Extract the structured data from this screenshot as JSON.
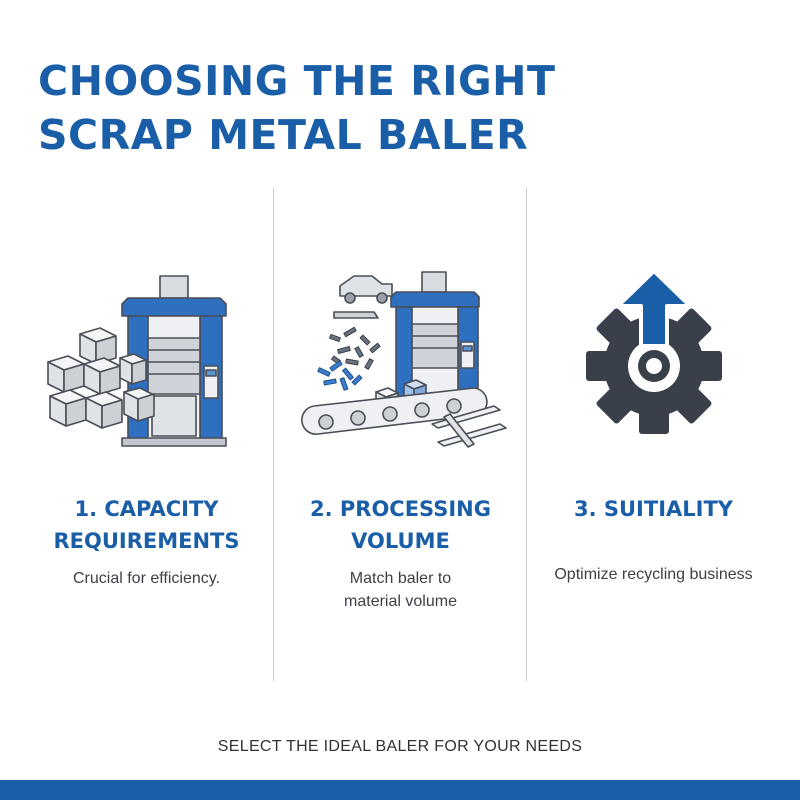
{
  "title": {
    "line1": "CHOOSING THE RIGHT",
    "line2": "SCRAP METAL BALER"
  },
  "columns": [
    {
      "heading_line1": "1. CAPACITY",
      "heading_line2": "REQUIREMENTS",
      "description": "Crucial for efficiency.",
      "illustration": "baler-with-metal-cubes-icon"
    },
    {
      "heading_line1": "2. PROCESSING",
      "heading_line2": "VOLUME",
      "description_line1": "Match baler to",
      "description_line2": "material volume",
      "illustration": "baler-conveyor-scrap-icon"
    },
    {
      "heading_line1": "3. SUITIALITY",
      "description": "Optimize recycling business",
      "illustration": "gear-up-arrow-icon"
    }
  ],
  "footer": {
    "tagline": "SELECT THE IDEAL BALER FOR YOUR NEEDS"
  },
  "colors": {
    "brand_blue": "#1a5ea8",
    "machine_blue": "#2e6fc0",
    "gear_dark": "#3a4049",
    "text": "#3c4148",
    "divider": "#c9ccd1"
  }
}
